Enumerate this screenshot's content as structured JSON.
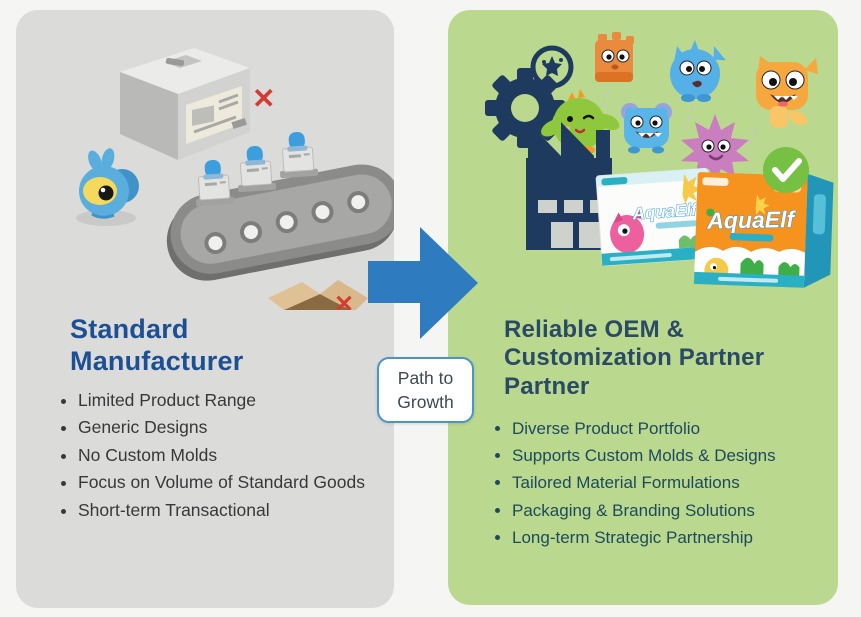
{
  "left_panel": {
    "title": "Standard Manufacturer",
    "bullets": [
      "Limited Product Range",
      "Generic Designs",
      "No Custom Molds",
      "Focus on Volume of Standard Goods",
      "Short-term Transactional"
    ]
  },
  "right_panel": {
    "title": "Reliable OEM & Customization Partner Partner",
    "bullets": [
      "Diverse Product Portfolio",
      "Supports Custom Molds & Designs",
      "Tailored Material Formulations",
      "Packaging & Branding Solutions",
      "Long-term Strategic Partnership"
    ]
  },
  "connector": {
    "label": "Path to Growth"
  },
  "products": {
    "brand": "AquaElf"
  },
  "icons": {
    "reject_x": "✕",
    "check": "✓"
  },
  "colors": {
    "page_bg": "#f5f6f3",
    "left_panel_bg": "#dbdbda",
    "right_panel_bg": "#bad88e",
    "left_title": "#1d4f93",
    "right_title": "#2b4a66",
    "arrow_blue": "#2e7bbf",
    "reject_red": "#d43c33",
    "check_green": "#76c043",
    "navy": "#1e3b5f"
  }
}
